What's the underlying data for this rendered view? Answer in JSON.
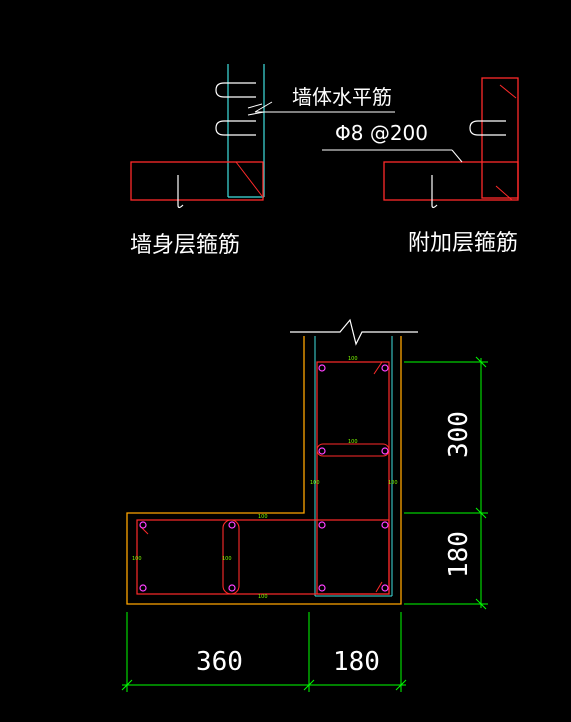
{
  "drawing": {
    "label_wall_horizontal_bar": "墙体水平筋",
    "label_spec": "Φ8 @200",
    "caption_wall_layer_stirrup": "墙身层箍筋",
    "caption_additional_layer_stirrup": "附加层箍筋",
    "dim_bottom_left": "360",
    "dim_bottom_right": "180",
    "dim_right_upper": "300",
    "dim_right_lower": "180",
    "tiny_tag": "100",
    "colors": {
      "background": "#000000",
      "outline": "#ffa500",
      "stirrup": "#ff2a2a",
      "tie": "#ffffff",
      "wall_bar": "#40e0e0",
      "dimension": "#00ff00",
      "bar_dot": "#ff40ff",
      "text": "#ffffff"
    }
  }
}
